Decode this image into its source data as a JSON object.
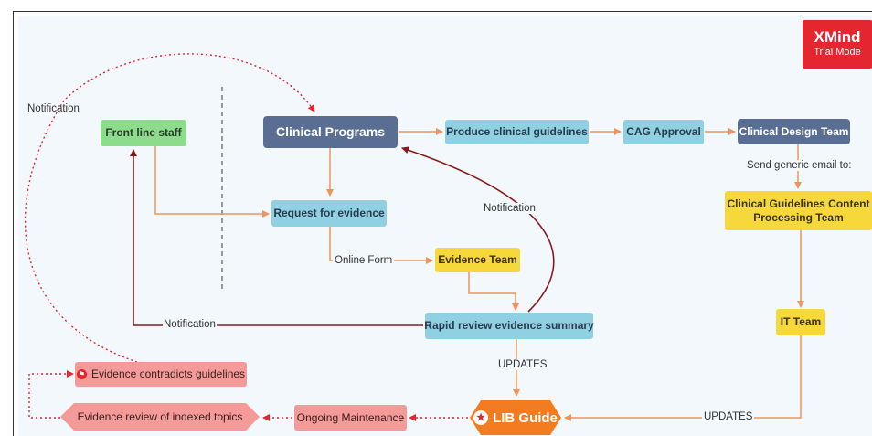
{
  "badge": {
    "title": "XMind",
    "subtitle": "Trial Mode"
  },
  "nodes": {
    "clinical_programs": "Clinical Programs",
    "produce_guidelines": "Produce clinical guidelines",
    "cag_approval": "CAG Approval",
    "clinical_design_team": "Clinical Design Team",
    "front_line_staff": "Front line staff",
    "request_for_evidence": "Request for evidence",
    "evidence_team": "Evidence Team",
    "content_team_line1": "Clinical Guidelines Content",
    "content_team_line2": "Processing Team",
    "rapid_review": "Rapid review evidence summary",
    "it_team": "IT Team",
    "lib_guide": "LIB Guide",
    "ongoing_maintenance": "Ongoing Maintenance",
    "evidence_contradicts": "Evidence contradicts guidelines",
    "evidence_review": "Evidence review of indexed topics"
  },
  "edge_labels": {
    "notification_top": "Notification",
    "notification_right": "Notification",
    "notification_bottom": "Notification",
    "send_email": "Send generic email to:",
    "online_form": "Online Form",
    "updates_center": "UPDATES",
    "updates_bottom": "UPDATES"
  },
  "colors": {
    "orange_edge": "#f0945c",
    "dark_red_edge": "#8b1a1a",
    "dotted_red": "#e3262f",
    "badge": "#e3262f",
    "lib_guide": "#f47c20"
  }
}
